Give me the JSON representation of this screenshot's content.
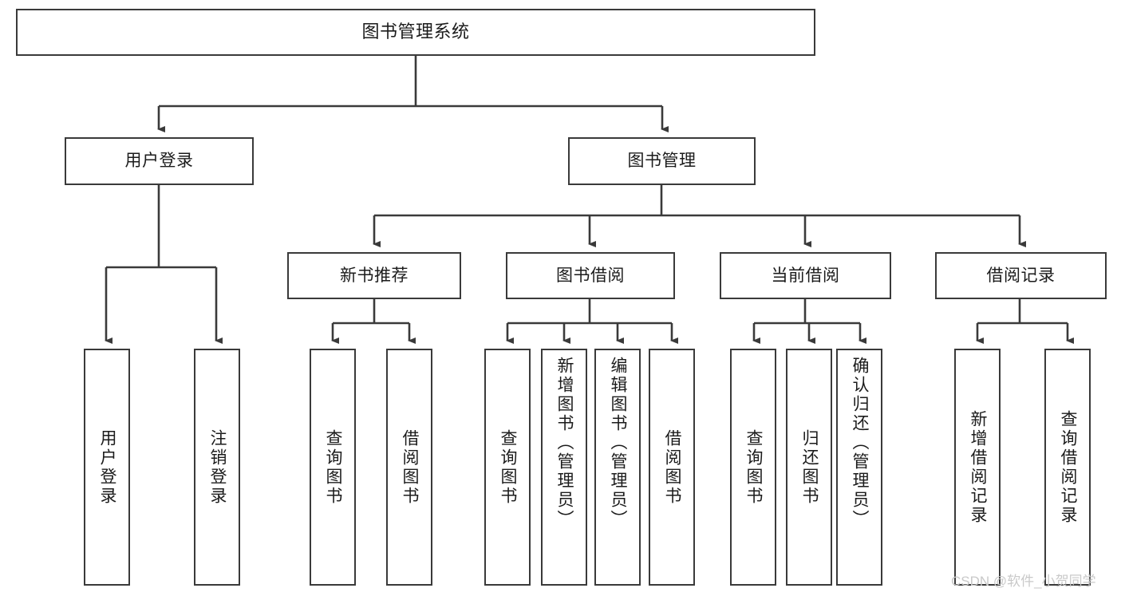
{
  "diagram": {
    "title": "图书管理系统",
    "type": "tree",
    "background_color": "#ffffff",
    "line_color": "#3a3a3a",
    "text_color": "#1b1b1b"
  },
  "nodes": {
    "root": {
      "label": "图书管理系统"
    },
    "level1": [
      {
        "id": "user-login",
        "label": "用户登录"
      },
      {
        "id": "book-manage",
        "label": "图书管理"
      }
    ],
    "level2": [
      {
        "id": "new-book-recommend",
        "label": "新书推荐"
      },
      {
        "id": "book-borrow",
        "label": "图书借阅"
      },
      {
        "id": "current-borrow",
        "label": "当前借阅"
      },
      {
        "id": "borrow-record",
        "label": "借阅记录"
      }
    ],
    "leaves": {
      "user_login": [
        {
          "id": "leaf-user-login",
          "label": "用户登录"
        },
        {
          "id": "leaf-logout-login",
          "label": "注销登录"
        }
      ],
      "new_book_recommend": [
        {
          "id": "leaf-query-book-1",
          "label": "查询图书"
        },
        {
          "id": "leaf-borrow-book-1",
          "label": "借阅图书"
        }
      ],
      "book_borrow": [
        {
          "id": "leaf-query-book-2",
          "label": "查询图书"
        },
        {
          "id": "leaf-add-book",
          "label": "新增图书（管理员）"
        },
        {
          "id": "leaf-edit-book",
          "label": "编辑图书（管理员）"
        },
        {
          "id": "leaf-borrow-book-2",
          "label": "借阅图书"
        }
      ],
      "current_borrow": [
        {
          "id": "leaf-query-book-3",
          "label": "查询图书"
        },
        {
          "id": "leaf-return-book",
          "label": "归还图书"
        },
        {
          "id": "leaf-confirm-return",
          "label": "确认归还（管理员）"
        }
      ],
      "borrow_record": [
        {
          "id": "leaf-add-record",
          "label": "新增借阅记录"
        },
        {
          "id": "leaf-query-record",
          "label": "查询借阅记录"
        }
      ]
    }
  },
  "watermark": {
    "text": "CSDN @软件_小贺同学",
    "color": "#c9c9c9"
  }
}
